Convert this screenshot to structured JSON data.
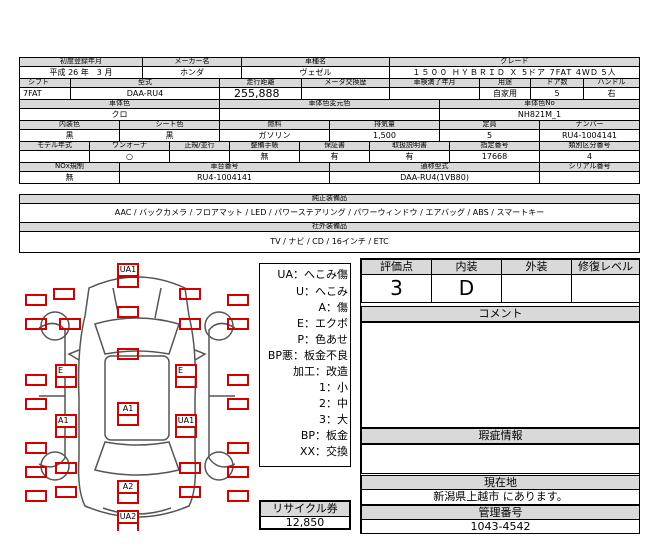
{
  "row1": {
    "labels": [
      "初度登録年月",
      "メーカー名",
      "車種名",
      "グレード"
    ],
    "values": [
      "平成 26 年　3 月",
      "ホンダ",
      "ヴェゼル",
      "１５００ ＨＹＢＲＩＤ Ｘ 5ドア 7FAT 4WD 5人"
    ]
  },
  "row2": {
    "labels": [
      "シフト",
      "型式",
      "走行距離",
      "メータ交換歴",
      "車検満了年月",
      "用途",
      "ドア数",
      "ハンドル"
    ],
    "values": [
      "7FAT",
      "DAA-RU4",
      "255,888",
      "",
      "",
      "自家用",
      "5",
      "右"
    ]
  },
  "row3": {
    "labels": [
      "車体色",
      "車体色変元色",
      "車体色No"
    ],
    "values": [
      "クロ",
      "",
      "NH821M_1"
    ]
  },
  "row4": {
    "labels": [
      "内装色",
      "シート色",
      "燃料",
      "排気量",
      "定員",
      "ナンバー"
    ],
    "values": [
      "黒",
      "黒",
      "ガソリン",
      "1,500",
      "5",
      "RU4-1004141"
    ]
  },
  "row5": {
    "labels": [
      "モデル年式",
      "ワンオーナ",
      "正規/並行",
      "整備手帳",
      "保証書",
      "取扱説明書",
      "指定番号",
      "類別区分番号"
    ],
    "values": [
      "",
      "○",
      "",
      "無",
      "有",
      "有",
      "17668",
      "4"
    ]
  },
  "row6": {
    "labels": [
      "NOx規制",
      "車台番号",
      "通称型式",
      "シリアル番号"
    ],
    "values": [
      "無",
      "RU4-1004141",
      "DAA-RU4(1VB80)",
      ""
    ]
  },
  "genuine": {
    "label": "純正装備品",
    "value": "AAC / バックカメラ / フロアマット / LED / パワーステアリング / パワーウィンドウ / エアバッグ / ABS / スマートキー"
  },
  "aftermarket": {
    "label": "社外装備品",
    "value": "TV / ナビ / CD / 16インチ / ETC"
  },
  "legend": [
    "UA：へこみ傷",
    "U：へこみ",
    "A：傷",
    "E：エクボ",
    "P：色あせ",
    "BP悪：板金不良",
    "加工：改造",
    "1：小",
    "2：中",
    "3：大",
    "BP：板金",
    "XX：交換"
  ],
  "diagram_marks": [
    "UA1",
    "E",
    "E",
    "A1",
    "A1",
    "UA1",
    "A2",
    "UA2"
  ],
  "recycle": {
    "label": "リサイクル券",
    "value": "12,850"
  },
  "grade": {
    "labels": [
      "評価点",
      "内装",
      "外装",
      "修復レベル"
    ],
    "values": [
      "3",
      "D",
      "",
      ""
    ]
  },
  "comment": {
    "label": "コメント",
    "value": ""
  },
  "flaw": {
    "label": "瑕疵情報",
    "value": ""
  },
  "location": {
    "label": "現在地",
    "value": "新潟県上越市 にあります。"
  },
  "manage": {
    "label": "管理番号",
    "value": "1043-4542"
  },
  "colors": {
    "label_bg": "#d9d9d9",
    "mark": "#d40000"
  }
}
